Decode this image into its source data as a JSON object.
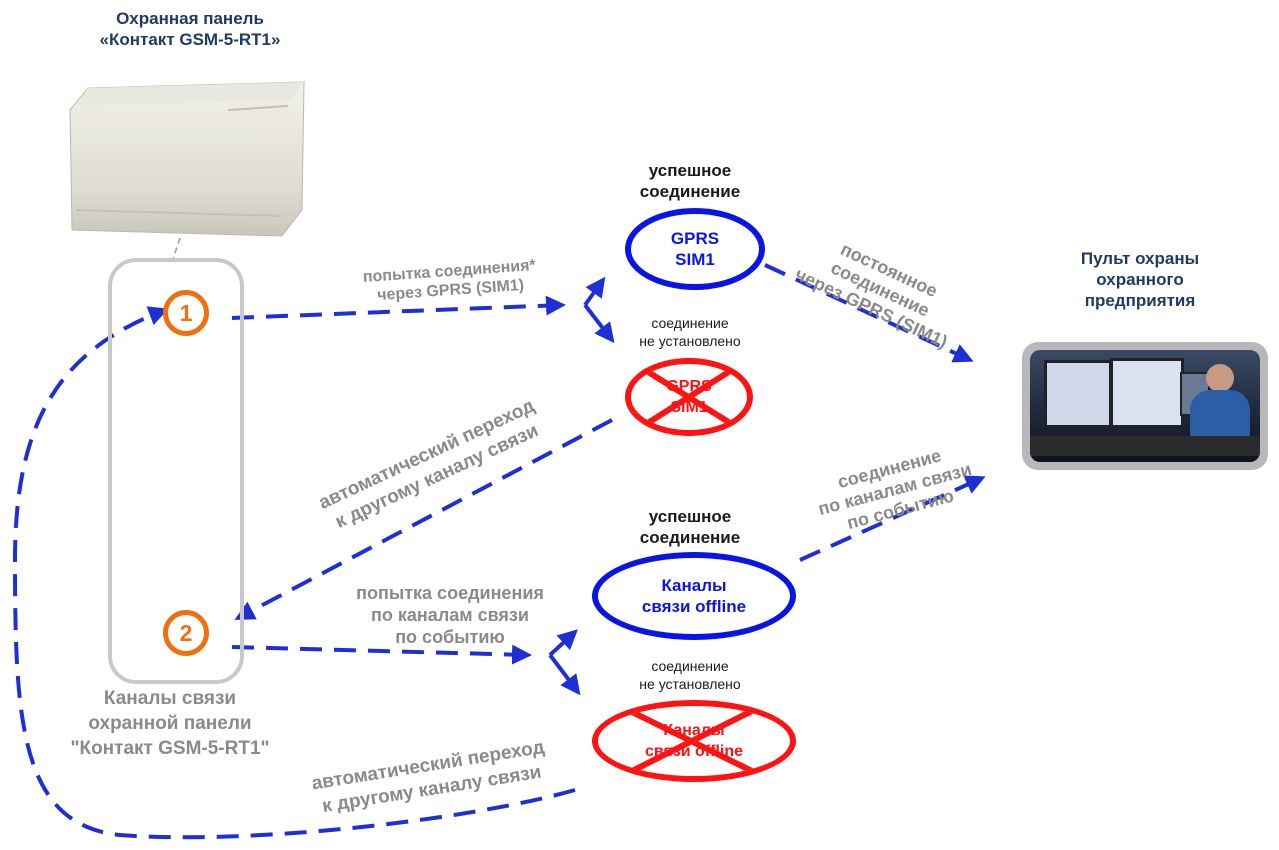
{
  "panel": {
    "title_line1": "Охранная панель",
    "title_line2": "«Контакт GSM-5-RT1»"
  },
  "channels_caption": {
    "line1": "Каналы связи",
    "line2": "охранной панели",
    "line3": "\"Контакт GSM-5-RT1\""
  },
  "steps": {
    "one": "1",
    "two": "2"
  },
  "console": {
    "line1": "Пульт охраны",
    "line2": "охранного",
    "line3": "предприятия"
  },
  "gprs": {
    "success_line1": "успешное",
    "success_line2": "соединение",
    "ok_line1": "GPRS",
    "ok_line2": "SIM1",
    "fail_line1": "соединение",
    "fail_line2": "не установлено",
    "bad_line1": "GPRS",
    "bad_line2": "SIM1"
  },
  "offline": {
    "success_line1": "успешное",
    "success_line2": "соединение",
    "ok_line1": "Каналы",
    "ok_line2": "связи offline",
    "fail_line1": "соединение",
    "fail_line2": "не установлено",
    "bad_line1": "Каналы",
    "bad_line2": "связи offline"
  },
  "arrows": {
    "attempt_gprs_line1": "попытка соединения*",
    "attempt_gprs_line2": "через GPRS (SIM1)",
    "permanent_line1": "постоянное",
    "permanent_line2": "соединение",
    "permanent_line3": "через GPRS (SIM1)",
    "auto_switch1_line1": "автоматический переход",
    "auto_switch1_line2": "к другому каналу связи",
    "attempt_event_line1": "попытка соединения",
    "attempt_event_line2": "по каналам связи",
    "attempt_event_line3": "по событию",
    "event_conn_line1": "соединение",
    "event_conn_line2": "по каналам связи",
    "event_conn_line3": "по событию",
    "auto_switch2_line1": "автоматический переход",
    "auto_switch2_line2": "к другому каналу связи"
  },
  "colors": {
    "arrow": "#1f2fd6",
    "ok": "#0a14e6",
    "fail": "#ff1212",
    "step": "#f07010",
    "caption_gray": "#8a8a8a",
    "title": "#1f3b63"
  }
}
